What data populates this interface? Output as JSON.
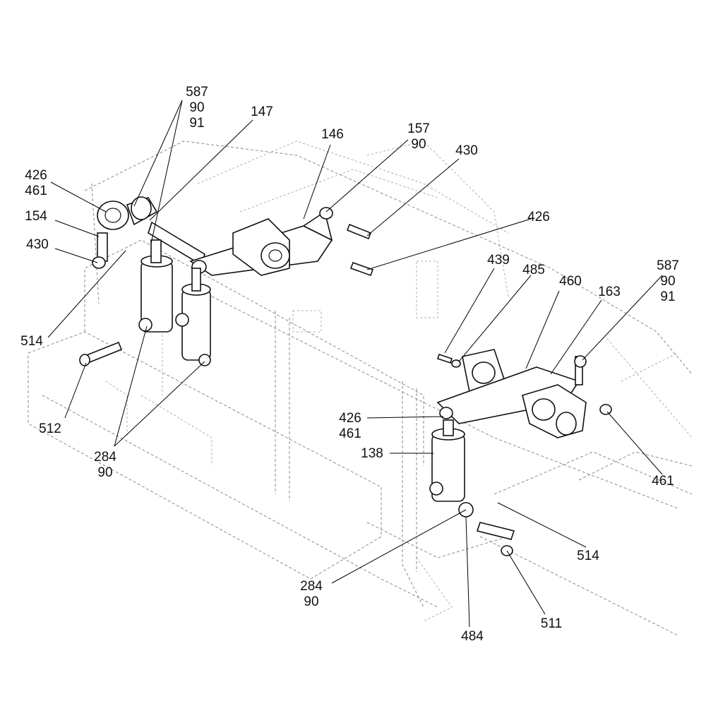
{
  "callouts": {
    "c587a": [
      "587",
      "90",
      "91"
    ],
    "c147": "147",
    "c146": "146",
    "c157": [
      "157",
      "90"
    ],
    "c430a": "430",
    "c426a": [
      "426",
      "461"
    ],
    "c154": "154",
    "c430b": "430",
    "c426b": "426",
    "c439": "439",
    "c485": "485",
    "c460": "460",
    "c163": "163",
    "c587b": [
      "587",
      "90",
      "91"
    ],
    "c514a": "514",
    "c512": "512",
    "c284a": [
      "284",
      "90"
    ],
    "c426c": [
      "426",
      "461"
    ],
    "c138": "138",
    "c461": "461",
    "c514b": "514",
    "c284b": [
      "284",
      "90"
    ],
    "c511": "511",
    "c484": "484"
  }
}
